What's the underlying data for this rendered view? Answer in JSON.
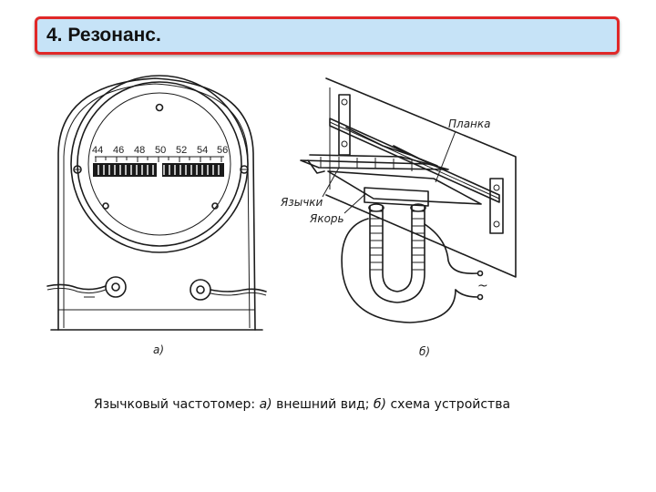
{
  "slide": {
    "title": "4. Резонанс."
  },
  "figure": {
    "scale_labels": [
      "44",
      "46",
      "48",
      "50",
      "52",
      "54",
      "56"
    ],
    "label_plank": "Планка",
    "label_reeds": "Язычки",
    "label_anchor": "Якорь",
    "sub_a": "а)",
    "sub_b": "б)",
    "ac_symbol": "~"
  },
  "caption": {
    "prefix": "Язычковый частотомер: ",
    "a_mark": "а)",
    "a_text": " внешний вид; ",
    "b_mark": "б)",
    "b_text": " схема устройства"
  }
}
